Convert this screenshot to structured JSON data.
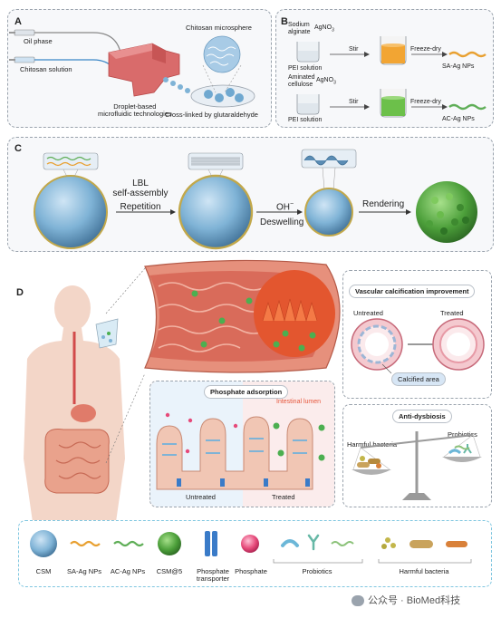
{
  "panelA": {
    "label": "A",
    "oil_phase": "Oil phase",
    "chitosan_solution": "Chitosan solution",
    "microsphere": "Chitosan microsphere",
    "droplet_line1": "Droplet-based",
    "droplet_line2": "microfluidic technologies",
    "crosslink": "Cross-linked by glutaraldehyde"
  },
  "panelB": {
    "label": "B",
    "sodium_line1": "Sodium",
    "sodium_line2": "alginate",
    "agno3_top": "AgNO",
    "agno3_sub": "3",
    "pei_top": "PEI solution",
    "stir_top": "Stir",
    "freeze_top": "Freeze-dry",
    "sa_np": "SA-Ag NPs",
    "aminated_line1": "Aminated",
    "aminated_line2": "cellulose",
    "pei_bottom": "PEI solution",
    "stir_bottom": "Stir",
    "freeze_bottom": "Freeze-dry",
    "ac_np": "AC-Ag NPs"
  },
  "panelC": {
    "label": "C",
    "lbl1": "LBL",
    "lbl2": "self-assembly",
    "lbl3": "Repetition",
    "oh": "OH",
    "oh_sup": "−",
    "deswelling": "Deswelling",
    "rendering": "Rendering"
  },
  "panelD": {
    "label": "D",
    "vascular_title": "Vascular calcification improvement",
    "untreated_v": "Untreated",
    "treated_v": "Treated",
    "calcified": "Calcified area",
    "phosphate_title": "Phosphate adsorption",
    "lumen": "Intestinal lumen",
    "untreated_p": "Untreated",
    "treated_p": "Treated",
    "dysbiosis_title": "Anti-dysbiosis",
    "harmful": "Harmful bacteria",
    "probiotics": "Probiotics"
  },
  "legend": {
    "csm": "CSM",
    "sa": "SA-Ag NPs",
    "ac": "AC-Ag NPs",
    "csm5": "CSM@5",
    "transporter_line1": "Phosphate",
    "transporter_line2": "transporter",
    "phosphate": "Phosphate",
    "probiotics": "Probiotics",
    "harmful": "Harmful bacteria"
  },
  "watermark": "公众号 · BioMed科技",
  "colors": {
    "sphere": "#7fb3d6",
    "accent_pink": "#e64a7a",
    "green": "#4caf50",
    "intestine": "#d9674f",
    "legend_border": "#7fc6e0"
  }
}
